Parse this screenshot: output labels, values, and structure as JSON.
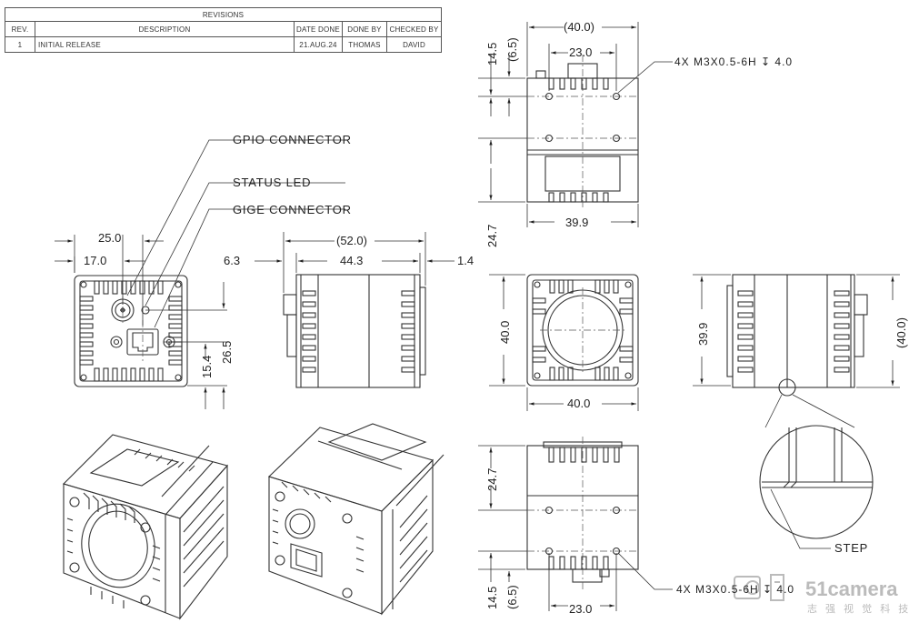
{
  "revisions": {
    "title": "REVISIONS",
    "headers": [
      "REV.",
      "DESCRIPTION",
      "DATE DONE",
      "DONE BY",
      "CHECKED BY"
    ],
    "rows": [
      [
        "1",
        "INITIAL RELEASE",
        "21.AUG.24",
        "THOMAS",
        "DAVID"
      ]
    ]
  },
  "callouts": {
    "gpio": "GPIO CONNECTOR",
    "status_led": "STATUS LED",
    "gige": "GIGE CONNECTOR",
    "step": "STEP",
    "thread_top": "4X M3X0.5-6H ↧ 4.0",
    "thread_bottom": "4X M3X0.5-6H ↧ 4.0"
  },
  "dims": {
    "rear_w_25": "25.0",
    "rear_w_17": "17.0",
    "rear_h_26": "26.5",
    "rear_h_15": "15.4",
    "side_total": "(52.0)",
    "side_body": "44.3",
    "side_left": "6.3",
    "side_right": "1.4",
    "top_width": "(40.0)",
    "top_holes": "23.0",
    "top_14": "14.5",
    "top_6": "(6.5)",
    "top_24": "24.7",
    "top_39": "39.9",
    "front_h": "40.0",
    "front_w": "40.0",
    "right_39": "39.9",
    "right_40": "(40.0)",
    "bot_24": "24.7",
    "bot_14": "14.5",
    "bot_6": "(6.5)",
    "bot_holes": "23.0"
  },
  "watermark": {
    "brand": "51camera",
    "subtitle": "志 强 视 觉 科 技"
  }
}
